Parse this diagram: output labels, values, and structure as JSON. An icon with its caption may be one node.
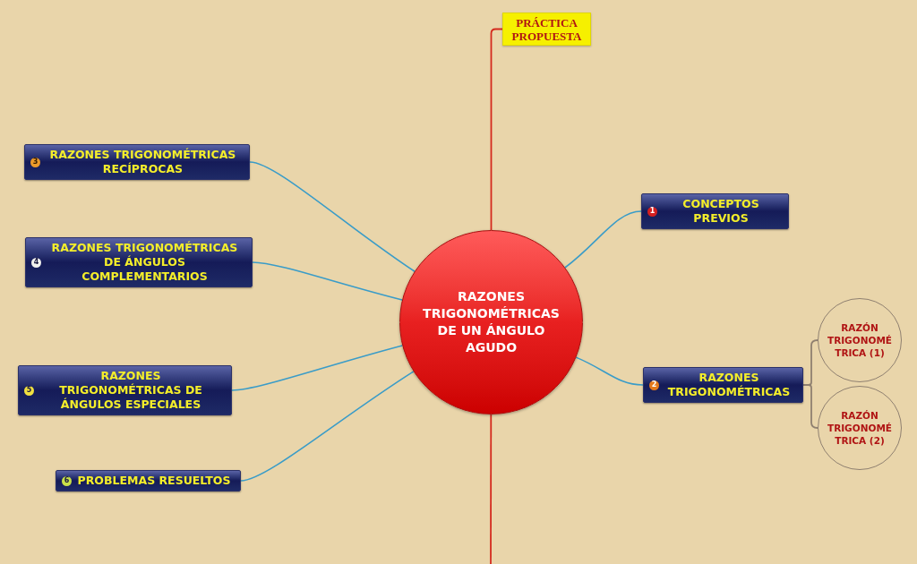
{
  "diagram": {
    "nodes": [
      {
        "text": [
          "RAZONES TRIGONOMÉTRICAS DE UN ÁNGULO AGUDO"
        ]
      },
      {
        "text": [
          "PRÁCTICA PROPUESTA"
        ]
      },
      {
        "text": [
          "1",
          "CONCEPTOS PREVIOS"
        ]
      },
      {
        "text": [
          "2",
          "RAZONES TRIGONOMÉTRICAS"
        ]
      },
      {
        "text": [
          "RAZÓN TRIGONOMÉ TRICA (1)"
        ]
      },
      {
        "text": [
          "RAZÓN TRIGONOMÉ TRICA (2)"
        ]
      },
      {
        "text": [
          "3",
          "RAZONES TRIGONOMÉTRICAS RECÍPROCAS"
        ]
      },
      {
        "text": [
          "4",
          "RAZONES TRIGONOMÉTRICAS DE ÁNGULOS COMPLEMENTARIOS"
        ]
      },
      {
        "text": [
          "5",
          "RAZONES TRIGONOMÉTRICAS DE ÁNGULOS ESPECIALES"
        ]
      },
      {
        "text": [
          "6",
          "PROBLEMAS RESUELTOS"
        ]
      }
    ],
    "edges": [
      {
        "from": 0,
        "to": 1,
        "arrow": "none",
        "color": "#d42a1e"
      },
      {
        "from": 0,
        "to": null,
        "arrow": "none",
        "color": "#d42a1e"
      },
      {
        "from": 0,
        "to": 2,
        "arrow": "none"
      },
      {
        "from": 0,
        "to": 3,
        "arrow": "none"
      },
      {
        "from": 3,
        "to": 4,
        "arrow": "none",
        "color": "#8f8070"
      },
      {
        "from": 3,
        "to": 5,
        "arrow": "none",
        "color": "#8f8070"
      },
      {
        "from": 0,
        "to": 6,
        "arrow": "none"
      },
      {
        "from": 0,
        "to": 7,
        "arrow": "none"
      },
      {
        "from": 0,
        "to": 8,
        "arrow": "none"
      },
      {
        "from": 0,
        "to": 9,
        "arrow": "none"
      }
    ]
  }
}
